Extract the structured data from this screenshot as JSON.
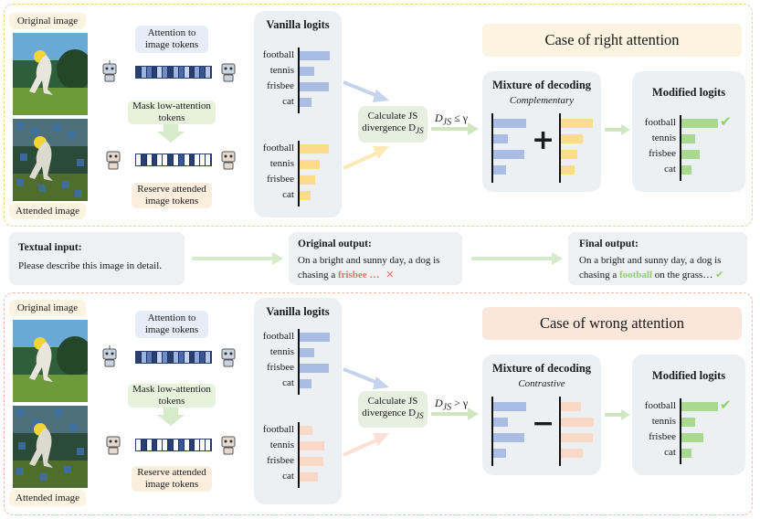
{
  "colors": {
    "blue_bar": "#a9bde4",
    "yellow_bar": "#fbdc8c",
    "pink_bar": "#f9d9c6",
    "green_bar": "#a8d98f",
    "red_x": "#e8706b",
    "check": "#8fcf74"
  },
  "top": {
    "original_image_label": "Original image",
    "attended_image_label": "Attended image",
    "attention_label": "Attention to image tokens",
    "mask_label": "Mask low-attention tokens",
    "reserve_label": "Reserve attended image tokens",
    "vanilla_title": "Vanilla logits",
    "vanilla_words": [
      "football",
      "tennis",
      "frisbee",
      "cat"
    ],
    "vanilla_values": [
      0.75,
      0.37,
      0.72,
      0.3
    ],
    "attended_words": [
      "football",
      "tennis",
      "frisbee",
      "cat"
    ],
    "attended_values": [
      0.72,
      0.5,
      0.38,
      0.28
    ],
    "js_label_line1": "Calculate JS",
    "js_label_line2": "divergence D",
    "js_sub": "JS",
    "condition": "D",
    "condition_rest": " ≤ γ",
    "case_title": "Case of right attention",
    "mixture_title": "Mixture of decoding",
    "mixture_sub": "Complementary",
    "operator": "+",
    "mix_left_values": [
      0.9,
      0.4,
      0.85,
      0.35
    ],
    "mix_right_values": [
      0.88,
      0.6,
      0.45,
      0.38
    ],
    "modified_title": "Modified logits",
    "modified_words": [
      "football",
      "tennis",
      "frisbee",
      "cat"
    ],
    "modified_values": [
      0.9,
      0.35,
      0.45,
      0.25
    ],
    "check_mark": "✔"
  },
  "middle": {
    "textual_title": "Textual input:",
    "textual_body": "Please describe this image in detail.",
    "original_title": "Original output:",
    "original_line1": "On a bright and sunny day, a dog is",
    "original_line2_prefix": "chasing a ",
    "original_highlight": "frisbee …",
    "cross_mark": "✕",
    "final_title": "Final output:",
    "final_line1": "On a bright and sunny day, a dog is",
    "final_line2_prefix": "chasing a ",
    "final_highlight": "football",
    "final_line2_suffix": " on the grass…"
  },
  "bottom": {
    "original_image_label": "Original image",
    "attended_image_label": "Attended image",
    "attention_label": "Attention to image tokens",
    "mask_label": "Mask low-attention tokens",
    "reserve_label": "Reserve attended image tokens",
    "vanilla_title": "Vanilla logits",
    "vanilla_words": [
      "football",
      "tennis",
      "frisbee",
      "cat"
    ],
    "vanilla_values": [
      0.75,
      0.37,
      0.72,
      0.3
    ],
    "attended_words": [
      "football",
      "tennis",
      "frisbee",
      "cat"
    ],
    "attended_values": [
      0.32,
      0.62,
      0.6,
      0.45
    ],
    "js_label_line1": "Calculate JS",
    "js_label_line2": "divergence D",
    "js_sub": "JS",
    "condition": "D",
    "condition_rest": " > γ",
    "case_title": "Case of wrong attention",
    "mixture_title": "Mixture of decoding",
    "mixture_sub": "Contrastive",
    "operator": "−",
    "mix_left_values": [
      0.9,
      0.4,
      0.85,
      0.35
    ],
    "mix_right_values": [
      0.55,
      0.9,
      0.88,
      0.6
    ],
    "modified_title": "Modified logits",
    "modified_words": [
      "football",
      "tennis",
      "frisbee",
      "cat"
    ],
    "modified_values": [
      0.9,
      0.35,
      0.55,
      0.25
    ],
    "check_mark": "✔"
  }
}
